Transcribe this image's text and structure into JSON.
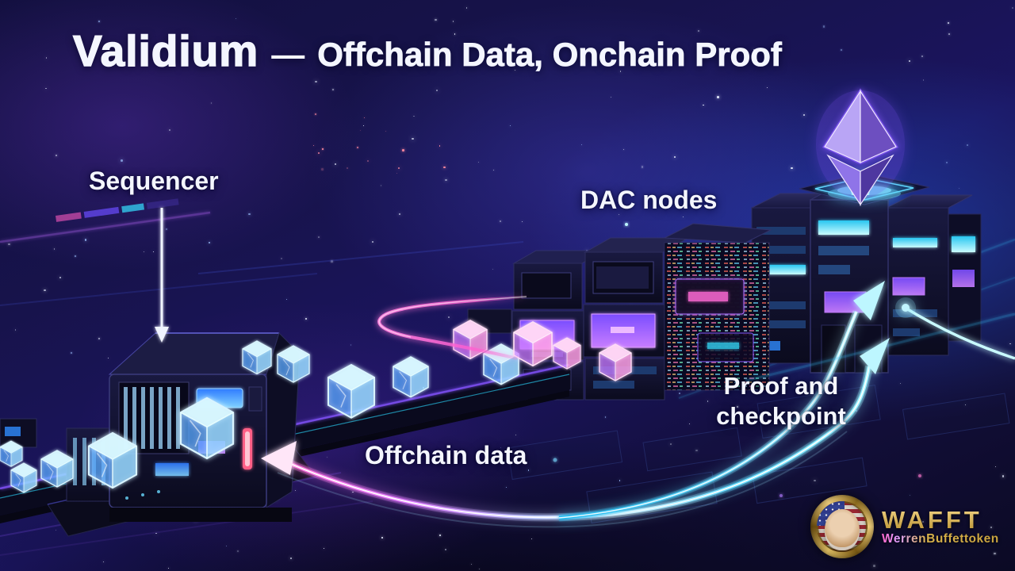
{
  "title": {
    "brand": "Validium",
    "separator": "—",
    "subtitle": "Offchain Data, Onchain Proof"
  },
  "annotations": {
    "sequencer": "Sequencer",
    "dac_nodes": "DAC nodes",
    "proof_checkpoint": "Proof and checkpoint",
    "offchain_data": "Offchain data"
  },
  "watermark": {
    "ticker": "WAFFT",
    "token_name": "WerrenBuffettoken"
  },
  "icons": {
    "ethereum-logo-icon": "glowing ethereum octahedron",
    "data-cube-icon": "translucent glowing data cube",
    "coin-logo-icon": "gold coin with flag and portrait",
    "sequencer-down-arrow-icon": "↓",
    "offchain-left-arrow-icon": "←",
    "proof-up-right-arrow-icon": "↗"
  },
  "colors": {
    "background": "#131040",
    "text": "#f4f6ff",
    "accent_pink": "#ff5fd0",
    "accent_cyan": "#35e0ff",
    "accent_purple": "#8a5cff",
    "accent_gold": "#d8b24a"
  }
}
